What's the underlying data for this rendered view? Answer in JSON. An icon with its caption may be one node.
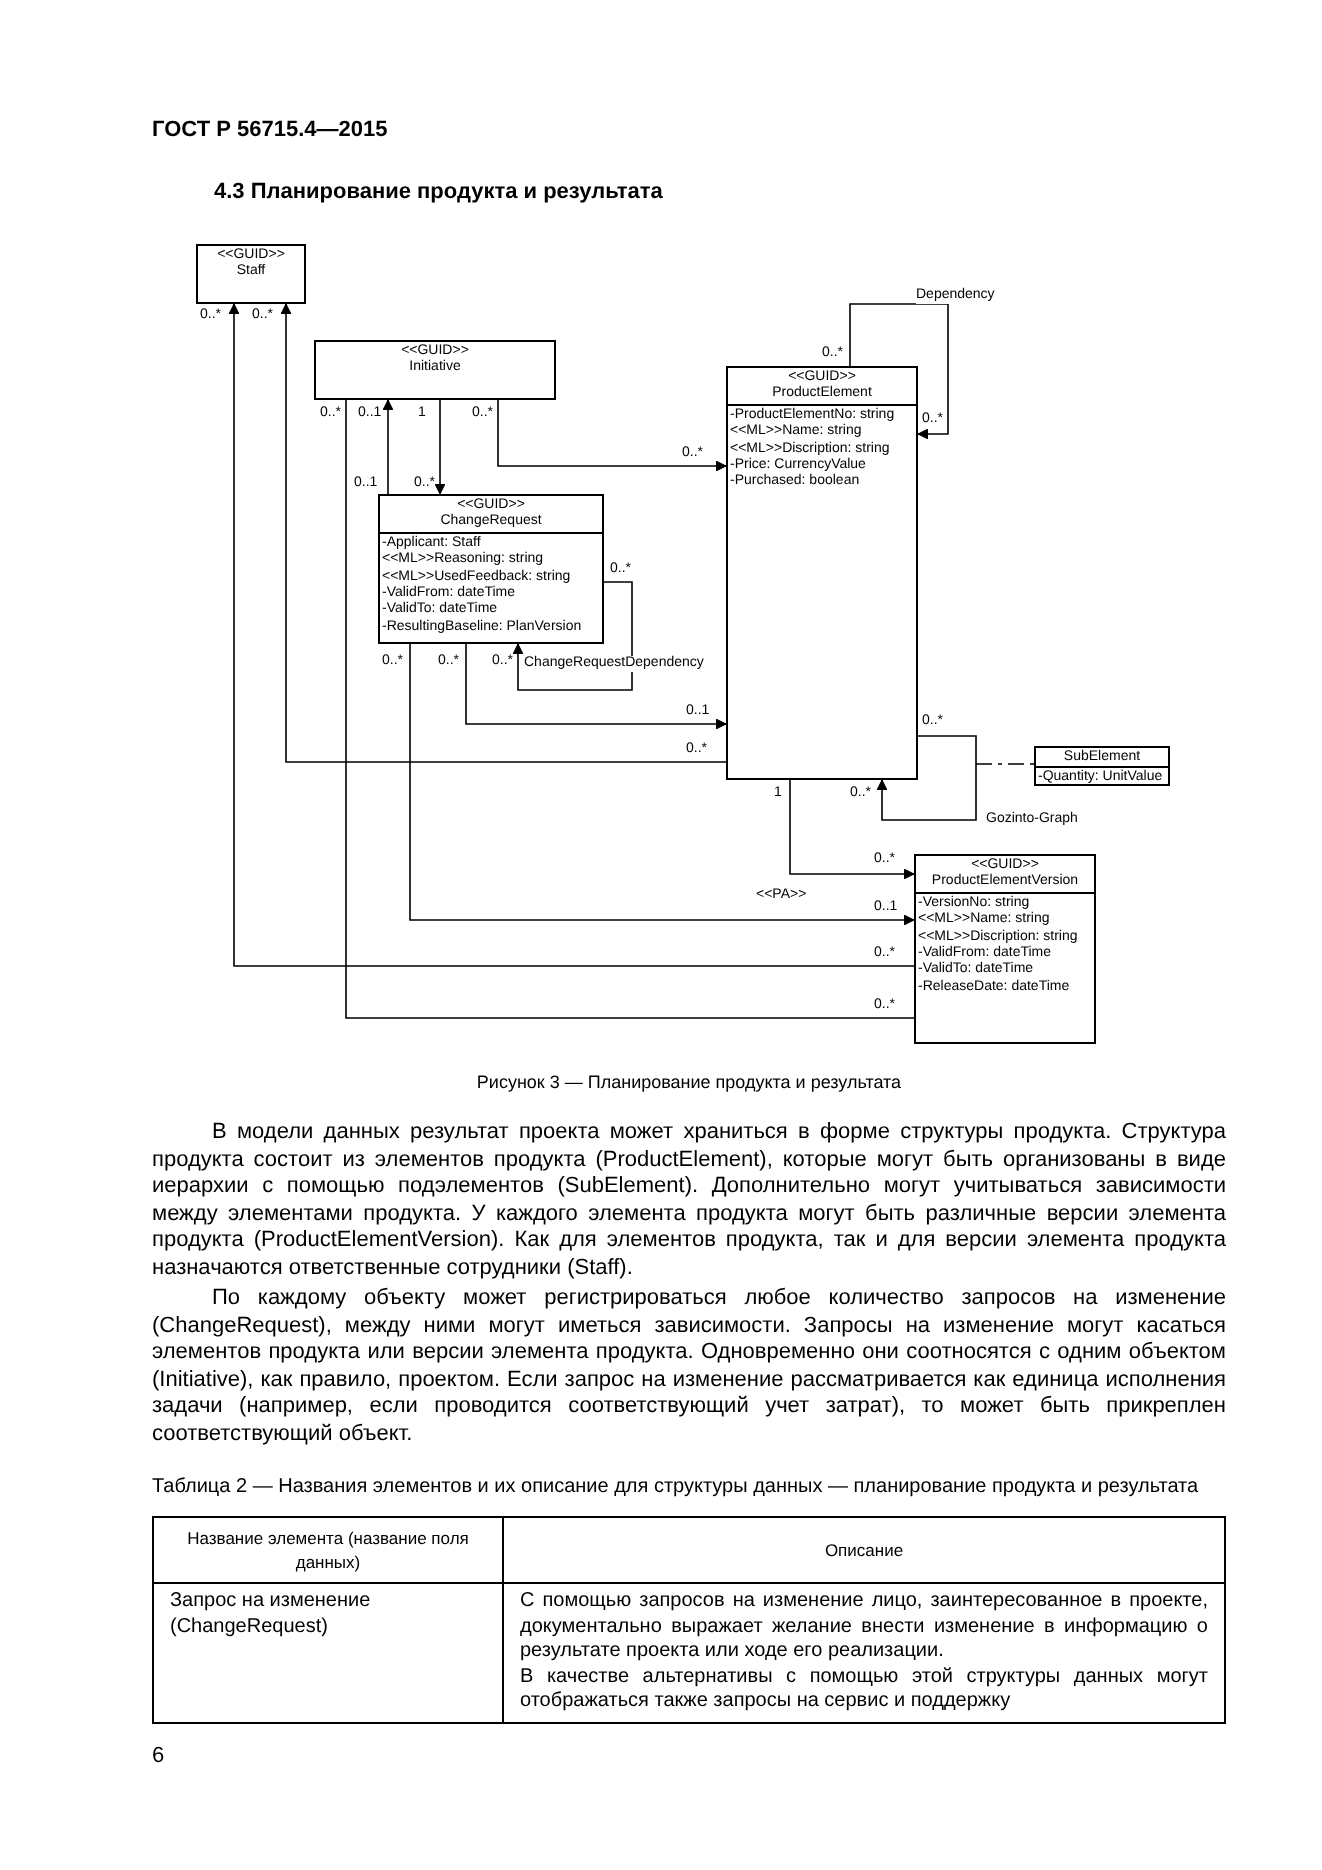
{
  "diagram": {
    "title": "4.3 Планирование продукта и результата",
    "caption": "Рисунок 3 — Планирование продукта и результата",
    "nodes": [
      {
        "text": [
          "<<GUID>>",
          "Staff"
        ]
      },
      {
        "text": [
          "<<GUID>>",
          "Initiative"
        ]
      },
      {
        "text": [
          "<<GUID>>",
          "ProductElement",
          "-ProductElementNo: string",
          "<<ML>>Name: string",
          "<<ML>>Discription: string",
          "-Price: CurrencyValue",
          "-Purchased: boolean"
        ]
      },
      {
        "text": [
          "<<GUID>>",
          "ChangeRequest",
          "-Applicant: Staff",
          "<<ML>>Reasoning: string",
          "<<ML>>UsedFeedback: string",
          "-ValidFrom: dateTime",
          "-ValidTo: dateTime",
          "-ResultingBaseline: PlanVersion"
        ]
      },
      {
        "text": [
          "SubElement",
          "-Quantity: UnitValue"
        ]
      },
      {
        "text": [
          "<<GUID>>",
          "ProductElementVersion",
          "-VersionNo: string",
          "<<ML>>Name: string",
          "<<ML>>Discription: string",
          "-ValidFrom: dateTime",
          "-ValidTo: dateTime",
          "-ReleaseDate: dateTime"
        ]
      }
    ],
    "edges": [
      {
        "from": 2,
        "to": 0,
        "arrow": "to"
      },
      {
        "from": 5,
        "to": 0,
        "arrow": "to"
      },
      {
        "from": 1,
        "to": 5,
        "arrow": "none"
      },
      {
        "from": 3,
        "to": 1,
        "arrow": "to"
      },
      {
        "from": 1,
        "to": 3,
        "arrow": "to"
      },
      {
        "from": 1,
        "to": 2,
        "arrow": "to"
      },
      {
        "from": 2,
        "to": 2,
        "arrow": "to",
        "label": "Dependency"
      },
      {
        "from": 3,
        "to": 3,
        "arrow": "to",
        "label": "ChangeRequestDependency"
      },
      {
        "from": 3,
        "to": 2,
        "arrow": "to"
      },
      {
        "from": 3,
        "to": 5,
        "arrow": "to",
        "label": "<<PA>>"
      },
      {
        "from": 2,
        "to": 2,
        "arrow": "to",
        "label": "Gozinto-Graph"
      },
      {
        "from": null,
        "to": 4,
        "arrow": "none",
        "style": "dashed"
      },
      {
        "from": 2,
        "to": 5,
        "arrow": "to"
      }
    ],
    "labels": [
      "ГОСТ Р 56715.4—2015",
      "0..*",
      "0..*",
      "0..*",
      "0..1",
      "1",
      "0..*",
      "0..*",
      "0..*",
      "0..*",
      "0..1",
      "0..*",
      "0..*",
      "0..*",
      "0..*",
      "0..*",
      "0..1",
      "0..*",
      "0..*",
      "1",
      "0..*",
      "0..*",
      "0..1",
      "0..*",
      "0..*",
      "В модели данных результат проекта может храниться в форме структуры продукта. Структура продукта состоит из элементов продукта (ProductElement), которые могут быть организованы в виде иерархии с помощью подэлементов (SubElement). Дополнительно могут учитываться зависимости между элементами продукта. У каждого элемента продукта могут быть различные версии элемента продукта (ProductElementVersion). Как для элементов продукта, так и для версии элемента продукта назначаются ответственные сотрудники (Staff).",
      "По каждому объекту может регистрироваться любое количество запросов на изменение (ChangeRequest), между ними могут иметься зависимости. Запросы на изменение могут касаться элементов продукта или версии элемента продукта. Одновременно они соотносятся с одним объектом (Initiative), как правило, проектом. Если запрос на изменение рассматривается как единица исполнения задачи (например, если проводится соответствующий учет затрат), то может быть прикреплен соответствующий объект.",
      "Таблица 2 — Названия элементов и их описание для структуры данных — планирование продукта и результата",
      "Название элемента (название поля данных)",
      "Описание",
      "Запрос на изменение (ChangeRequest)",
      "С помощью запросов на изменение лицо, заинтересованное в проекте, документально выражает желание внести изменение в информацию о результате проекта или ходе его реализации.",
      "В качестве альтернативы с помощью этой структуры данных могут отображаться также запросы на сервис и поддержку",
      "6"
    ]
  }
}
